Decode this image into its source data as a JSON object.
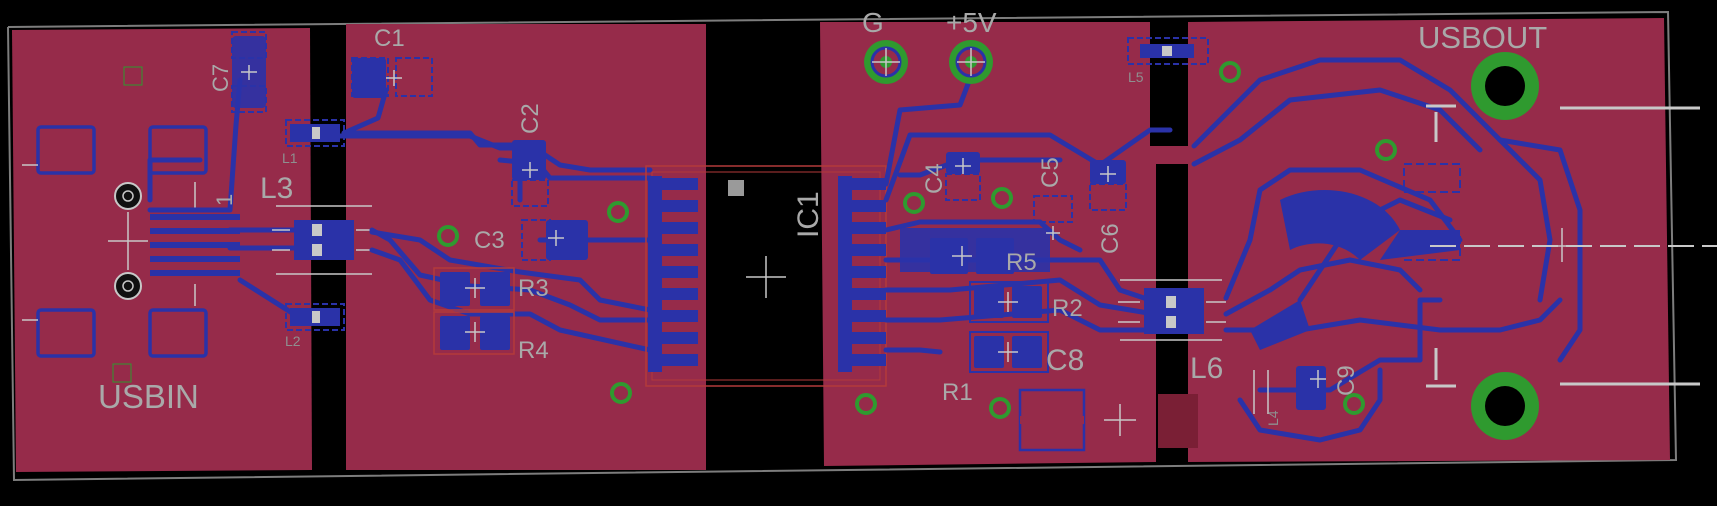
{
  "board": {
    "colors": {
      "background": "#000000",
      "copper_pour": "#962b4a",
      "bottom_copper": "#2a32a8",
      "via": "#2f9a2f",
      "silkscreen": "#b4b4b4"
    }
  },
  "labels": {
    "C7": "C7",
    "C1": "C1",
    "L1": "L1",
    "L3": "L3",
    "L2": "L2",
    "USBIN": "USBIN",
    "pin1": "1",
    "C2": "C2",
    "C3": "C3",
    "R3": "R3",
    "R4": "R4",
    "IC1": "IC1",
    "G": "G",
    "V5": "+5V",
    "C4": "C4",
    "C5": "C5",
    "C6": "C6",
    "R5": "R5",
    "R2": "R2",
    "C8": "C8",
    "R1": "R1",
    "L5": "L5",
    "L6": "L6",
    "C9": "C9",
    "L4": "L4",
    "USBOUT": "USBOUT"
  }
}
